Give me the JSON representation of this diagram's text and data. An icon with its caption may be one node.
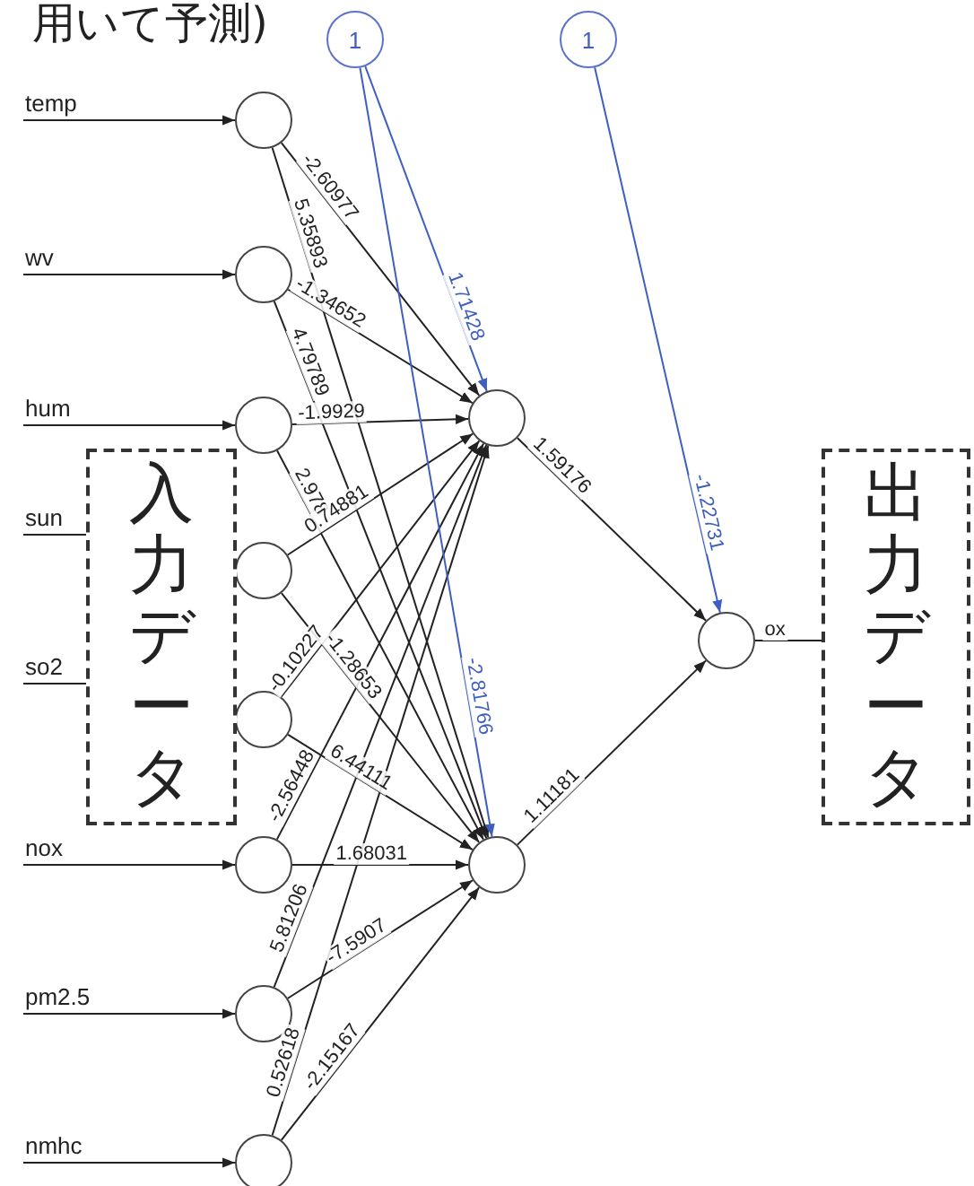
{
  "diagram": {
    "title": "用いて予測)",
    "nodes": [
      {
        "text": [],
        "shape": "circle"
      },
      {
        "text": [],
        "shape": "circle"
      },
      {
        "text": [],
        "shape": "circle"
      },
      {
        "text": [],
        "shape": "circle"
      },
      {
        "text": [],
        "shape": "circle"
      },
      {
        "text": [],
        "shape": "circle"
      },
      {
        "text": [],
        "shape": "circle"
      },
      {
        "text": [],
        "shape": "circle"
      },
      {
        "text": [
          "1"
        ]
      },
      {
        "text": [
          "1"
        ]
      },
      {
        "text": [],
        "shape": "circle"
      },
      {
        "text": [],
        "shape": "circle"
      },
      {
        "text": [],
        "shape": "circle"
      },
      {
        "text": [
          "入力データ"
        ]
      },
      {
        "text": [
          "出力データ"
        ]
      }
    ],
    "edges": [
      {
        "from": null,
        "to": 0,
        "arrow": "to",
        "label": "temp"
      },
      {
        "from": null,
        "to": 1,
        "arrow": "to",
        "label": "wv"
      },
      {
        "from": null,
        "to": 2,
        "arrow": "to",
        "label": "hum"
      },
      {
        "from": null,
        "to": 13,
        "arrow": "none",
        "label": "sun"
      },
      {
        "from": null,
        "to": 13,
        "arrow": "none",
        "label": "so2"
      },
      {
        "from": null,
        "to": 5,
        "arrow": "to",
        "label": "nox"
      },
      {
        "from": null,
        "to": 6,
        "arrow": "to",
        "label": "pm2.5"
      },
      {
        "from": null,
        "to": 7,
        "arrow": "to",
        "label": "nmhc"
      },
      {
        "from": 0,
        "to": 10,
        "arrow": "to",
        "label": "-2.60977"
      },
      {
        "from": 0,
        "to": 11,
        "arrow": "to",
        "label": "5.35893"
      },
      {
        "from": 1,
        "to": 10,
        "arrow": "to",
        "label": "-1.34652"
      },
      {
        "from": 1,
        "to": 11,
        "arrow": "to",
        "label": "4.79789"
      },
      {
        "from": 2,
        "to": 10,
        "arrow": "to",
        "label": "-1.9929"
      },
      {
        "from": 2,
        "to": 11,
        "arrow": "to",
        "label": "2.978"
      },
      {
        "from": 3,
        "to": 10,
        "arrow": "to",
        "label": "0.74881"
      },
      {
        "from": 3,
        "to": 11,
        "arrow": "to",
        "label": "-1.28653"
      },
      {
        "from": 4,
        "to": 10,
        "arrow": "to",
        "label": "-0.10227"
      },
      {
        "from": 4,
        "to": 11,
        "arrow": "to",
        "label": "6.44111"
      },
      {
        "from": 5,
        "to": 10,
        "arrow": "to",
        "label": "-2.56448"
      },
      {
        "from": 5,
        "to": 11,
        "arrow": "to",
        "label": "1.68031"
      },
      {
        "from": 6,
        "to": 10,
        "arrow": "to",
        "label": "5.81206"
      },
      {
        "from": 6,
        "to": 11,
        "arrow": "to",
        "label": "-7.5907"
      },
      {
        "from": 7,
        "to": 10,
        "arrow": "to",
        "label": "0.52618"
      },
      {
        "from": 7,
        "to": 11,
        "arrow": "to",
        "label": "-2.15167"
      },
      {
        "from": 8,
        "to": 10,
        "arrow": "to",
        "label": "1.71428",
        "color": "#3f5fbf"
      },
      {
        "from": 8,
        "to": 11,
        "arrow": "to",
        "label": "-2.81766",
        "color": "#3f5fbf"
      },
      {
        "from": 9,
        "to": 12,
        "arrow": "to",
        "label": "-1.22731",
        "color": "#3f5fbf"
      },
      {
        "from": 10,
        "to": 12,
        "arrow": "to",
        "label": "1.59176"
      },
      {
        "from": 11,
        "to": 12,
        "arrow": "to",
        "label": "1.11181"
      },
      {
        "from": 12,
        "to": 14,
        "arrow": "none",
        "label": "ox"
      }
    ]
  }
}
